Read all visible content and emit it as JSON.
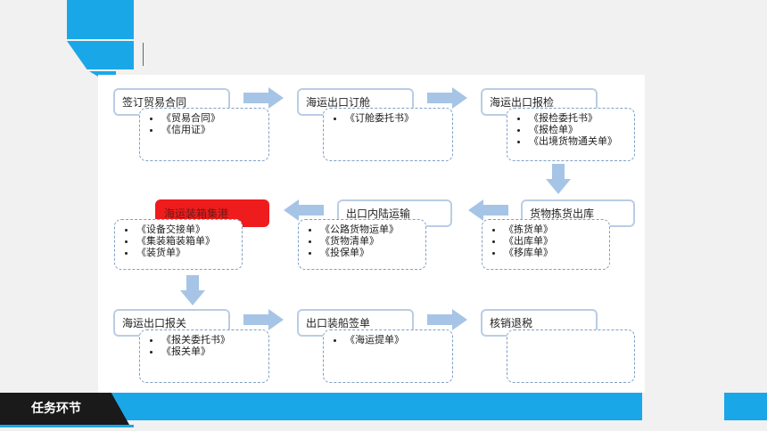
{
  "footer": {
    "task_label": "任务环节"
  },
  "flow": {
    "rows": [
      {
        "steps": [
          {
            "title": "签订贸易合同",
            "docs": [
              "《贸易合同》",
              "《信用证》"
            ]
          },
          {
            "title": "海运出口订舱",
            "docs": [
              "《订舱委托书》"
            ]
          },
          {
            "title": "海运出口报检",
            "docs": [
              "《报检委托书》",
              "《报检单》",
              "《出境货物通关单》"
            ]
          }
        ]
      },
      {
        "steps": [
          {
            "title": "货物拣货出库",
            "docs": [
              "《拣货单》",
              "《出库单》",
              "《移库单》"
            ]
          },
          {
            "title": "出口内陆运输",
            "docs": [
              "《公路货物运单》",
              "《货物清单》",
              "《投保单》"
            ]
          },
          {
            "title": "海运装箱集港",
            "highlight": "#ee1c1c",
            "docs": [
              "《设备交接单》",
              "《集装箱装箱单》",
              "《装货单》"
            ]
          }
        ]
      },
      {
        "steps": [
          {
            "title": "海运出口报关",
            "docs": [
              "《报关委托书》",
              "《报关单》"
            ]
          },
          {
            "title": "出口装船签单",
            "docs": [
              "《海运提单》"
            ]
          },
          {
            "title": "核销退税",
            "docs": []
          }
        ]
      }
    ]
  },
  "colors": {
    "accent": "#1aa7e8",
    "arrow": "#a6c4e6",
    "highlight": "#ee1c1c"
  }
}
